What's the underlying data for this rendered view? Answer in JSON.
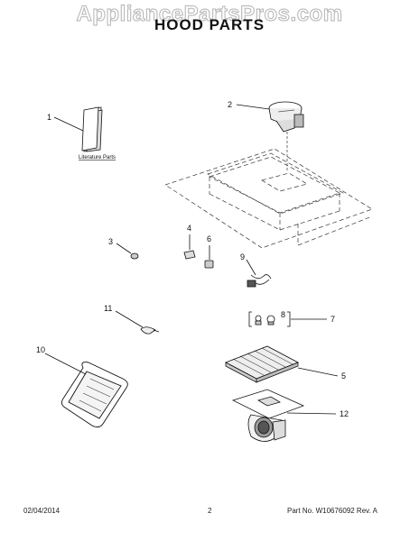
{
  "watermark": "AppliancePartsPros.com",
  "title": "HOOD PARTS",
  "literature_label": "Literature Parts",
  "callouts": {
    "c1": "1",
    "c2": "2",
    "c3": "3",
    "c4": "4",
    "c5": "5",
    "c6": "6",
    "c7": "7",
    "c8": "8",
    "c9": "9",
    "c10": "10",
    "c11": "11",
    "c12": "12"
  },
  "footer": {
    "date": "02/04/2014",
    "page": "2",
    "part_no": "Part No. W10676092  Rev. A"
  }
}
